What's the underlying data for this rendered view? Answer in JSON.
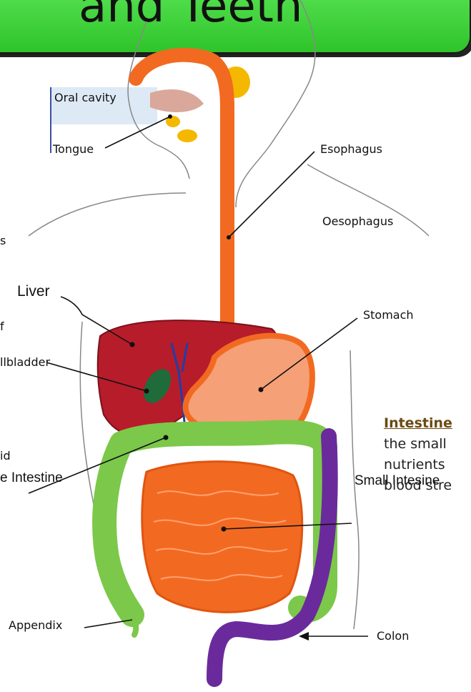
{
  "header": {
    "title": "and Teeth"
  },
  "labels": {
    "oral_cavity": "Oral cavity",
    "tongue": "Tongue",
    "esophagus": "Esophagus",
    "oesophagus": "Oesophagus",
    "stomach": "Stomach",
    "liver": "Liver",
    "gallbladder": "llbladder",
    "large_intestine": "e Intestine",
    "small_intestine": "Small Intesine",
    "appendix": "Appendix",
    "colon": "Colon"
  },
  "left_fragments": {
    "a": "s",
    "b": "f",
    "c": "id"
  },
  "info_text": {
    "heading": "Intestine",
    "line1": "the small",
    "line2": "nutrients",
    "line3": "blood stre"
  },
  "colors": {
    "esophagus": "#f26a21",
    "liver": "#b71c2a",
    "stomach": "#f5a077",
    "small_intestine": "#f26a21",
    "large_intestine": "#7cc84a",
    "colon": "#6a2a9c",
    "gallbladder": "#1f6b3a",
    "salivary": "#f5b800"
  }
}
